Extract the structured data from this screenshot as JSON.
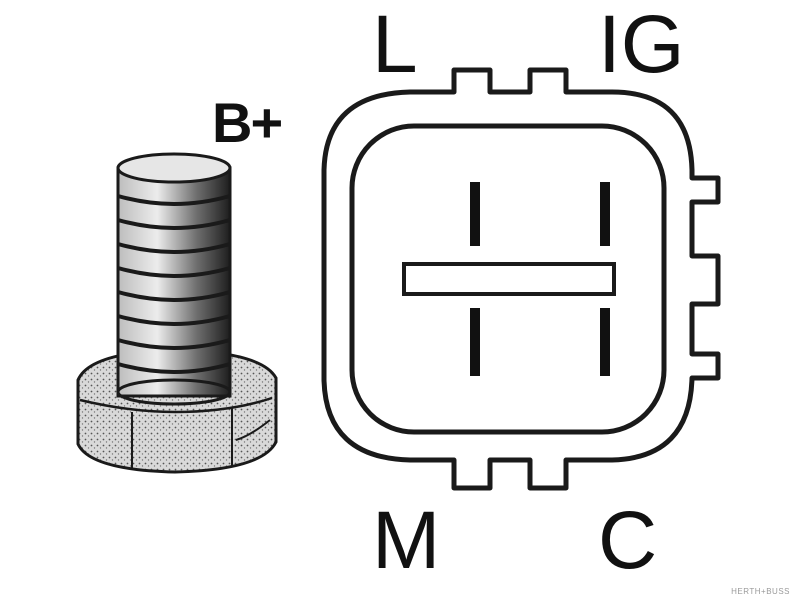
{
  "diagram": {
    "terminals": {
      "b_plus": "B+",
      "l": "L",
      "ig": "IG",
      "m": "M",
      "c": "C"
    },
    "watermark": "HERTH+BUSS"
  },
  "colors": {
    "ink": "#111111",
    "stud_light": "#dcdcdc",
    "stud_dark": "#2a2a2a",
    "background": "#ffffff"
  }
}
